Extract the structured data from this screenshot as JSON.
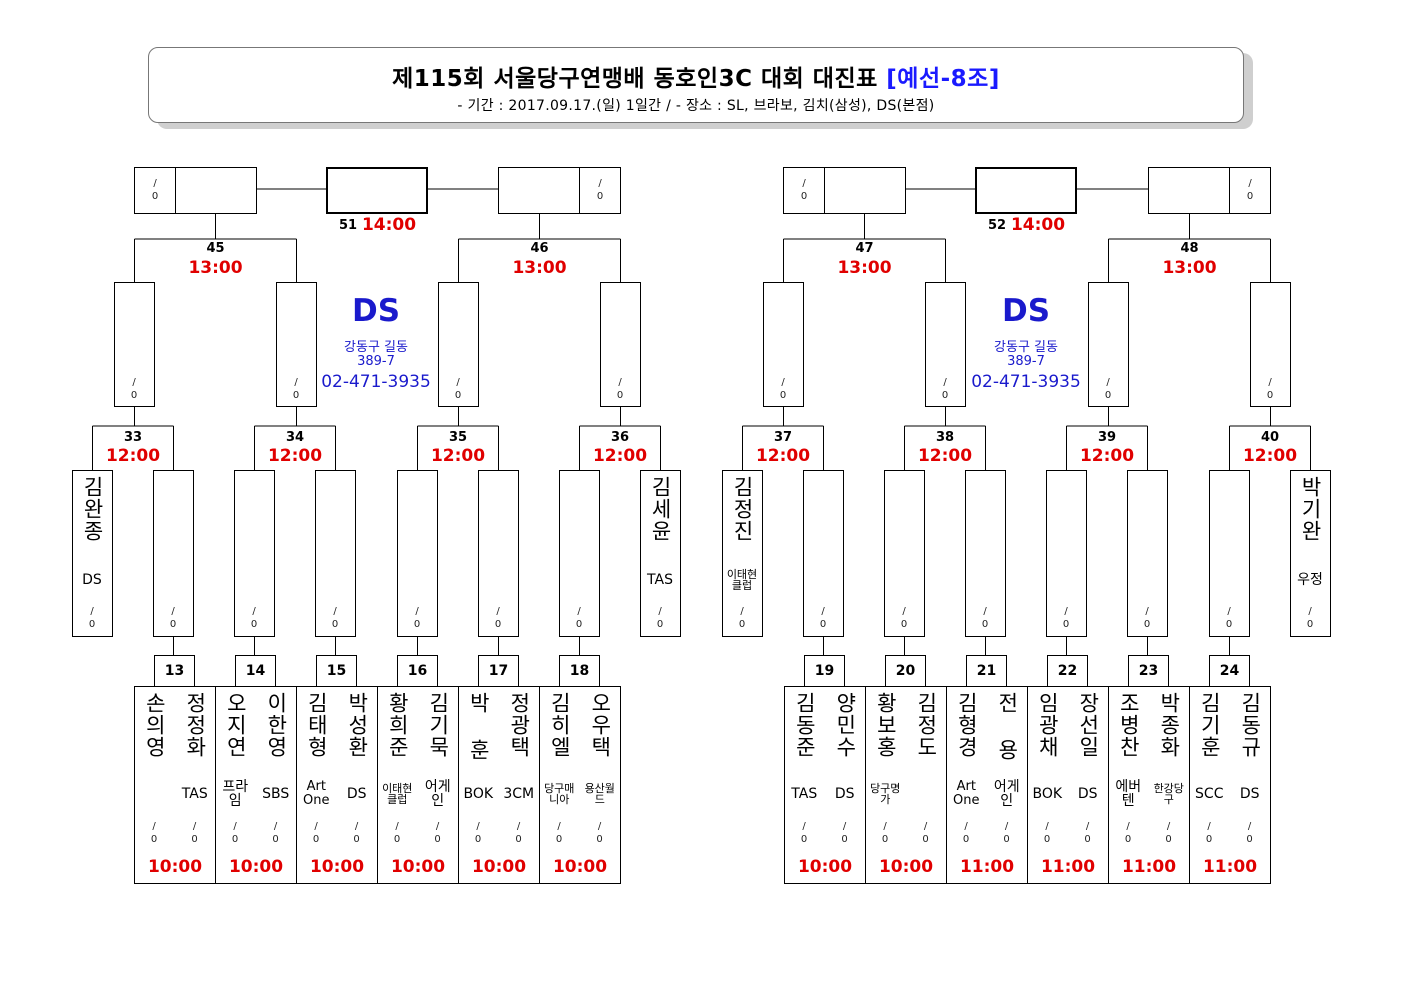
{
  "header": {
    "title_main": "제115회 서울당구연맹배 동호인3C 대회 대진표",
    "title_group": "[예선-8조]",
    "subtitle": "- 기간 : 2017.09.17.(일) 1일간 / - 장소 : SL, 브라보, 김치(삼성), DS(본점)"
  },
  "venue": {
    "name": "DS",
    "addr1": "강동구 길동",
    "addr2": "389-7",
    "tel": "02-471-3935"
  },
  "score_slash": "/",
  "score_zero": "0",
  "finals": [
    {
      "num": "51",
      "time": "14:00"
    },
    {
      "num": "52",
      "time": "14:00"
    }
  ],
  "semis": [
    {
      "num": "45",
      "time": "13:00"
    },
    {
      "num": "46",
      "time": "13:00"
    },
    {
      "num": "47",
      "time": "13:00"
    },
    {
      "num": "48",
      "time": "13:00"
    }
  ],
  "r2": [
    {
      "num": "33",
      "time": "12:00"
    },
    {
      "num": "34",
      "time": "12:00"
    },
    {
      "num": "35",
      "time": "12:00"
    },
    {
      "num": "36",
      "time": "12:00"
    },
    {
      "num": "37",
      "time": "12:00"
    },
    {
      "num": "38",
      "time": "12:00"
    },
    {
      "num": "39",
      "time": "12:00"
    },
    {
      "num": "40",
      "time": "12:00"
    }
  ],
  "byes": [
    {
      "name": "김완종",
      "club": "DS"
    },
    {
      "name": "김세윤",
      "club": "TAS"
    },
    {
      "name": "김정진",
      "club": "이태현클럽"
    },
    {
      "name": "박기완",
      "club": "우정"
    }
  ],
  "r1": [
    {
      "num": "13",
      "time": "10:00",
      "p1": {
        "name": "손의영",
        "club": ""
      },
      "p2": {
        "name": "정정화",
        "club": "TAS"
      }
    },
    {
      "num": "14",
      "time": "10:00",
      "p1": {
        "name": "오지연",
        "club": "프라임"
      },
      "p2": {
        "name": "이한영",
        "club": "SBS"
      }
    },
    {
      "num": "15",
      "time": "10:00",
      "p1": {
        "name": "김태형",
        "club": "Art One"
      },
      "p2": {
        "name": "박성환",
        "club": "DS"
      }
    },
    {
      "num": "16",
      "time": "10:00",
      "p1": {
        "name": "황희준",
        "club": "이태현클럽"
      },
      "p2": {
        "name": "김기묵",
        "club": "어게인"
      }
    },
    {
      "num": "17",
      "time": "10:00",
      "p1": {
        "name": "박 훈",
        "club": "BOK"
      },
      "p2": {
        "name": "정광택",
        "club": "3CM"
      }
    },
    {
      "num": "18",
      "time": "10:00",
      "p1": {
        "name": "김히엘",
        "club": "당구매니아"
      },
      "p2": {
        "name": "오우택",
        "club": "용산월드"
      }
    },
    {
      "num": "19",
      "time": "10:00",
      "p1": {
        "name": "김동준",
        "club": "TAS"
      },
      "p2": {
        "name": "양민수",
        "club": "DS"
      }
    },
    {
      "num": "20",
      "time": "10:00",
      "p1": {
        "name": "황보홍",
        "club": "당구명가"
      },
      "p2": {
        "name": "김정도",
        "club": ""
      }
    },
    {
      "num": "21",
      "time": "11:00",
      "p1": {
        "name": "김형경",
        "club": "Art One"
      },
      "p2": {
        "name": "전 용",
        "club": "어게인"
      }
    },
    {
      "num": "22",
      "time": "11:00",
      "p1": {
        "name": "임광채",
        "club": "BOK"
      },
      "p2": {
        "name": "장선일",
        "club": "DS"
      }
    },
    {
      "num": "23",
      "time": "11:00",
      "p1": {
        "name": "조병찬",
        "club": "에버텐"
      },
      "p2": {
        "name": "박종화",
        "club": "한강당구"
      }
    },
    {
      "num": "24",
      "time": "11:00",
      "p1": {
        "name": "김기훈",
        "club": "SCC"
      },
      "p2": {
        "name": "김동규",
        "club": "DS"
      }
    }
  ]
}
